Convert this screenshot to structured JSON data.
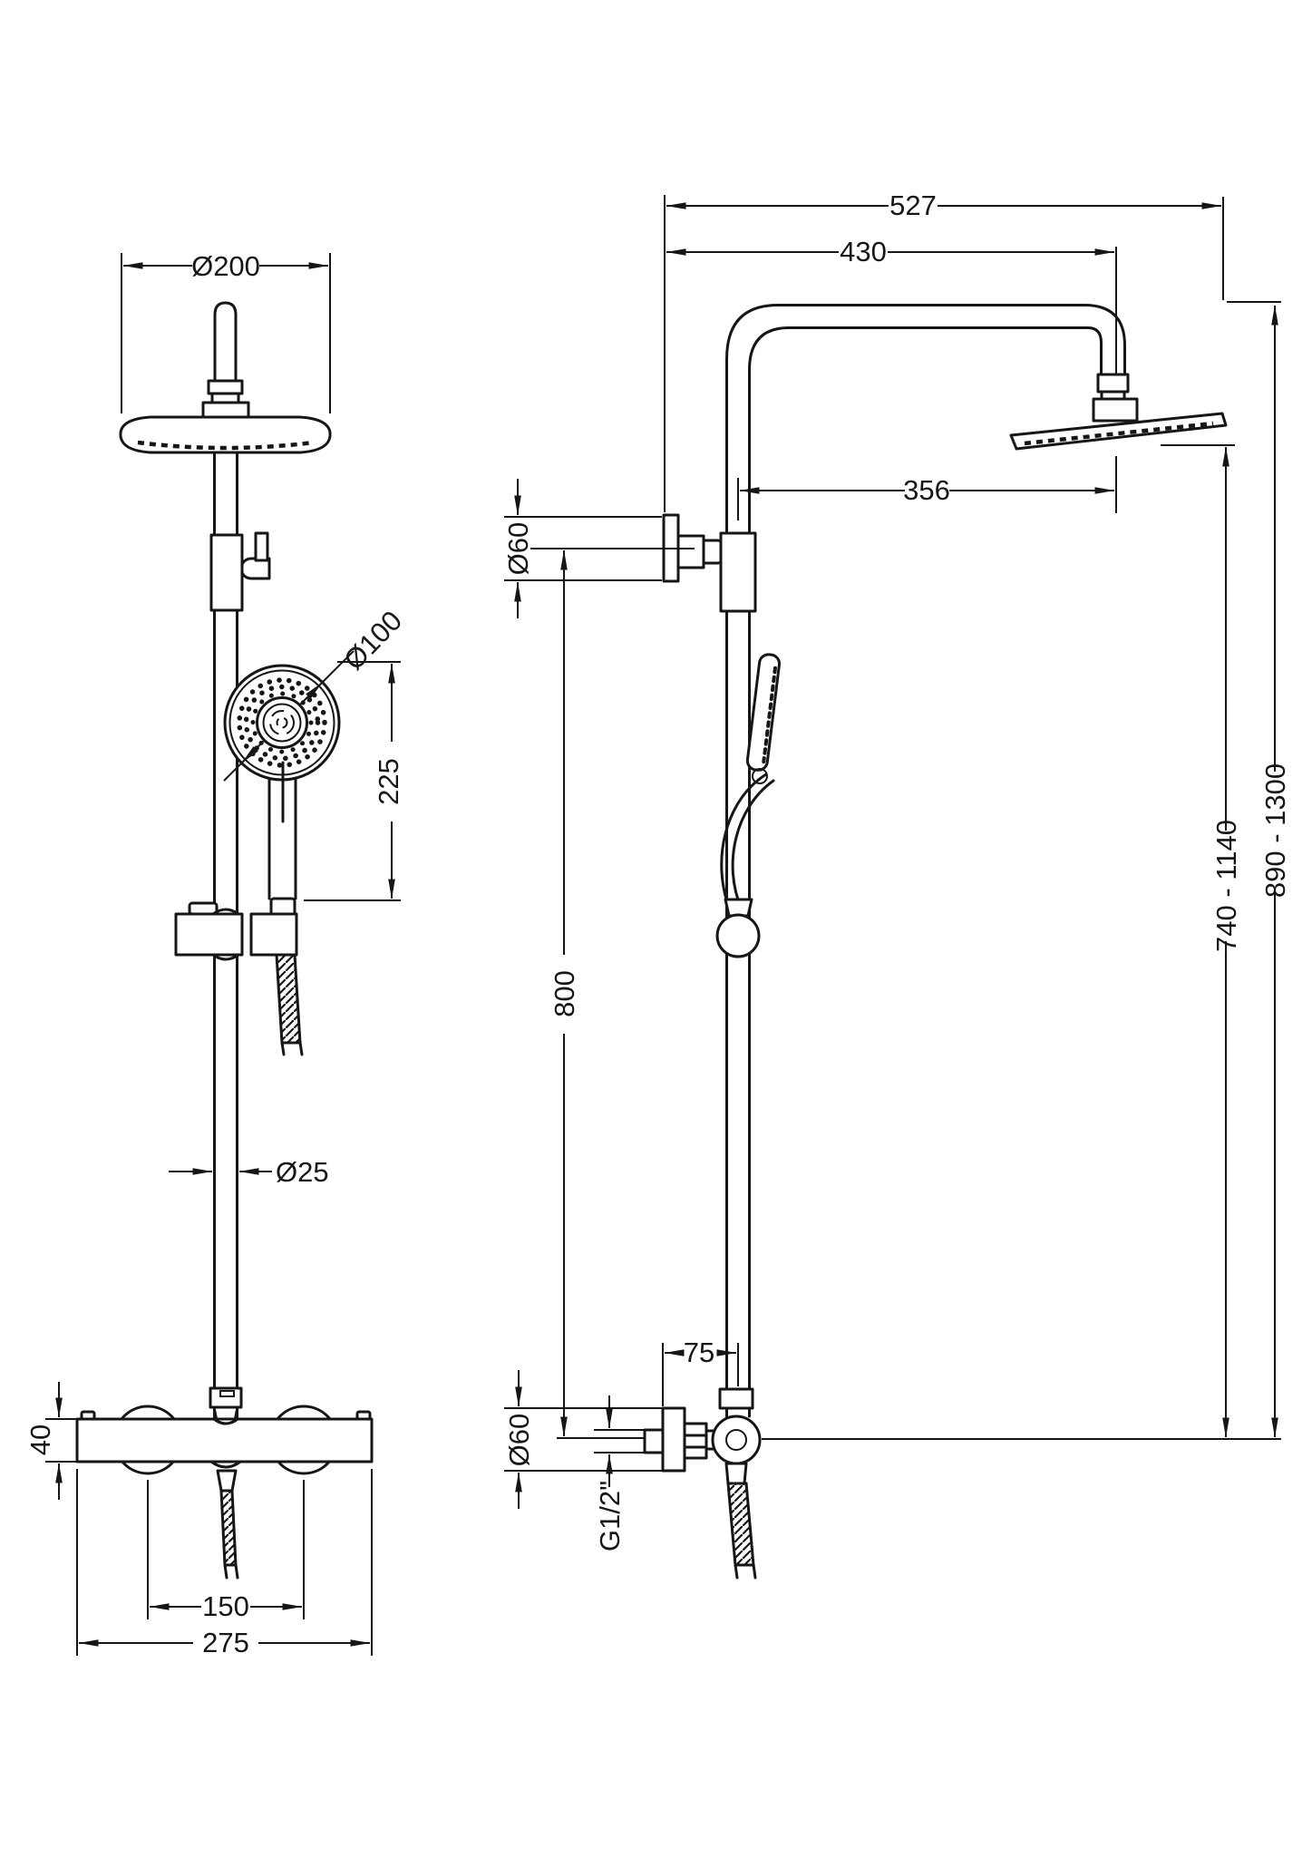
{
  "page": {
    "background": "#ffffff",
    "line_color": "#161616"
  },
  "front_view": {
    "name": "front-elevation",
    "dims": {
      "head_diameter": "Ø200",
      "handset_diameter": "Ø100",
      "handset_length": "225",
      "rail_diameter": "Ø25",
      "valve_body_height": "40",
      "inlet_centres": "150",
      "valve_width": "275"
    }
  },
  "side_view": {
    "name": "side-elevation",
    "dims": {
      "overall_projection": "527",
      "arm_projection": "430",
      "head_centre_offset": "356",
      "top_bracket_diameter": "Ø60",
      "riser_length": "800",
      "wall_to_riser": "75",
      "bottom_bracket_diameter": "Ø60",
      "inlet_thread": "G1/2\"",
      "handset_height_range": "740 - 1140",
      "overall_height_range": "890 - 1300"
    }
  }
}
